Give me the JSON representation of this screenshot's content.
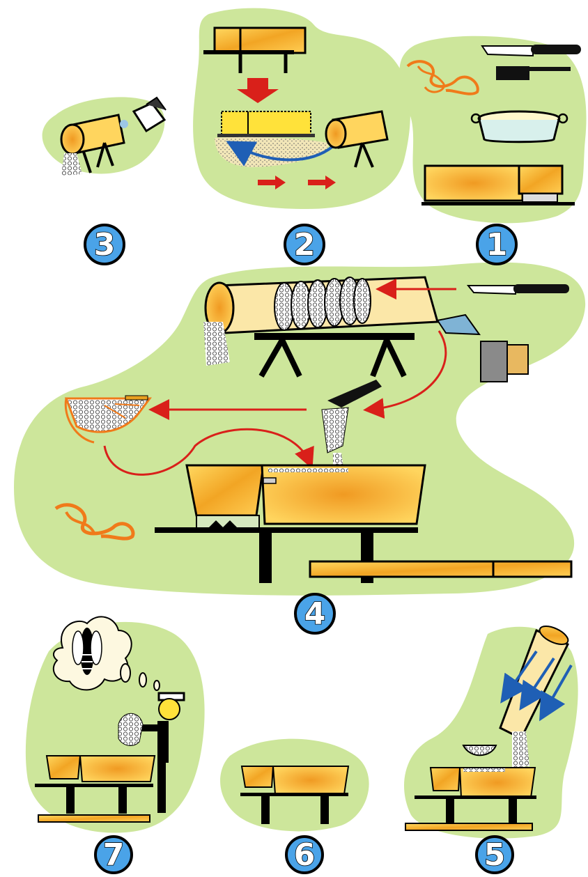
{
  "steps": [
    {
      "number": "1"
    },
    {
      "number": "2"
    },
    {
      "number": "3"
    },
    {
      "number": "4"
    },
    {
      "number": "5"
    },
    {
      "number": "6"
    },
    {
      "number": "7"
    }
  ],
  "colors": {
    "blob": "#cde69b",
    "wood_light": "#ffd35a",
    "wood_dark": "#f0a020",
    "log_fill": "#fbe7a8",
    "badge": "#4aa3e8",
    "arrow_red": "#d9201a",
    "arrow_blue": "#1f5fb5",
    "rope": "#f07a1a"
  },
  "icons": [
    "knife-icon",
    "hive-tool-icon",
    "pan-icon",
    "pot-icon",
    "rope-icon",
    "smoker-icon",
    "log-hive-icon",
    "strainer-icon",
    "press-icon",
    "bee-icon",
    "person-icon"
  ]
}
